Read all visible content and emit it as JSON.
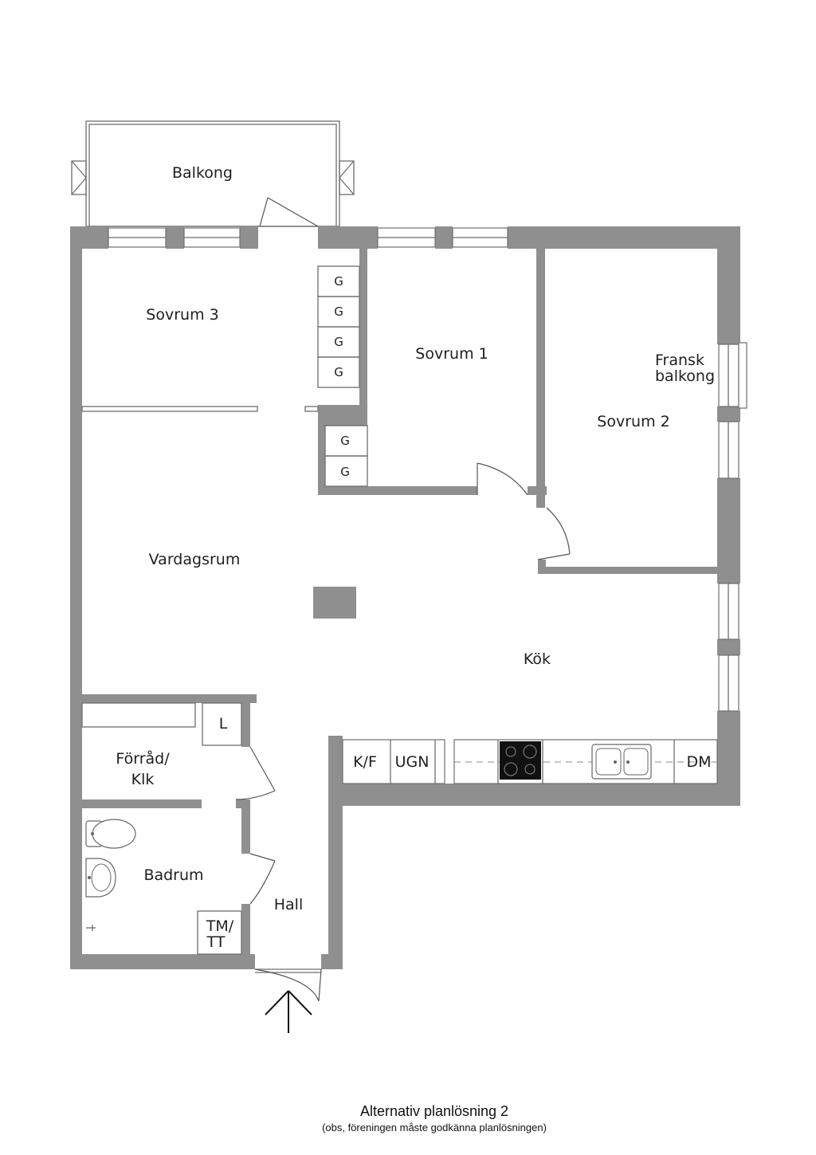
{
  "rooms": {
    "balkong": "Balkong",
    "sovrum3": "Sovrum 3",
    "sovrum1": "Sovrum 1",
    "fransk_line1": "Fransk",
    "fransk_line2": "balkong",
    "sovrum2": "Sovrum 2",
    "vardagsrum": "Vardagsrum",
    "kok": "Kök",
    "forrad_line1": "Förråd/",
    "forrad_line2": "Klk",
    "badrum": "Badrum",
    "hall": "Hall"
  },
  "closet_labels": [
    "G",
    "G",
    "G",
    "G",
    "G",
    "G"
  ],
  "fixtures": {
    "linen": "L",
    "fridge_freezer": "K/F",
    "oven": "UGN",
    "dishwasher": "DM",
    "washer_line1": "TM/",
    "washer_line2": "TT"
  },
  "caption": {
    "title": "Alternativ planlösning 2",
    "note": "(obs, föreningen måste godkänna planlösningen)"
  },
  "colors": {
    "wall": "#8f8f8f",
    "line": "#6e6e6e",
    "background": "#ffffff",
    "cooktop": "#111111"
  }
}
